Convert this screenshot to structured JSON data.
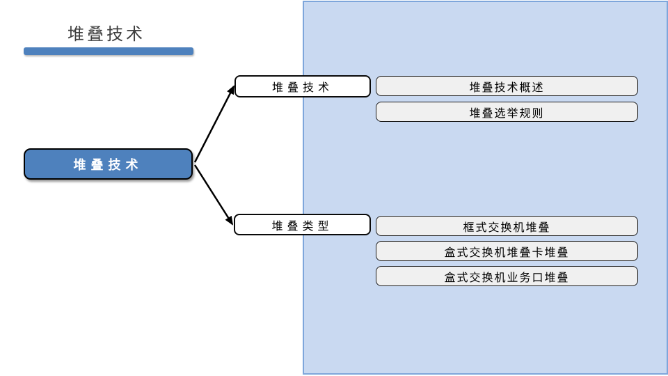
{
  "slide": {
    "title": "堆叠技术"
  },
  "colors": {
    "accent": "#4E81BD",
    "panel_fill": "#C9D9F1",
    "panel_border": "#7EA6DB",
    "title_text": "#3F3F3F",
    "root_fill": "#4E81BD",
    "root_text": "#FFFFFF",
    "leaf_fill": "#F0F0F0",
    "connector": "#000000"
  },
  "tree": {
    "root": {
      "label": "堆叠技术"
    },
    "branches": [
      {
        "label": "堆叠技术",
        "children": [
          {
            "label": "堆叠技术概述"
          },
          {
            "label": "堆叠选举规则"
          }
        ]
      },
      {
        "label": "堆叠类型",
        "children": [
          {
            "label": "框式交换机堆叠"
          },
          {
            "label": "盒式交换机堆叠卡堆叠"
          },
          {
            "label": "盒式交换机业务口堆叠"
          }
        ]
      }
    ]
  }
}
